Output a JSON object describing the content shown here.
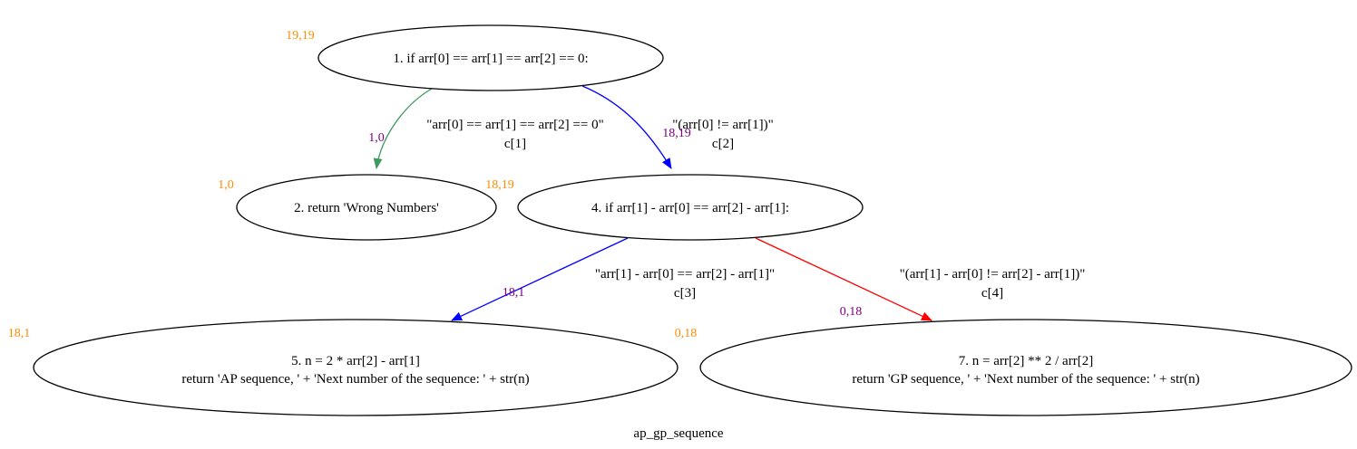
{
  "graph": {
    "title": "ap_gp_sequence",
    "colors": {
      "node_stroke": "#000000",
      "node_counter": "#ff8c00",
      "edge_counter": "#800080",
      "edge_green": "#3c9a5f",
      "edge_blue": "#0000ff",
      "edge_red": "#ff0000"
    },
    "nodes": [
      {
        "id": "n1",
        "lines": [
          "1. if arr[0] == arr[1] == arr[2] == 0:"
        ],
        "counter": "19,19"
      },
      {
        "id": "n2",
        "lines": [
          "2. return 'Wrong Numbers'"
        ],
        "counter": "1,0"
      },
      {
        "id": "n4",
        "lines": [
          "4. if arr[1] - arr[0] == arr[2] - arr[1]:"
        ],
        "counter": "18,19"
      },
      {
        "id": "n5",
        "lines": [
          "5. n = 2 * arr[2] - arr[1]",
          "return 'AP sequence, ' + 'Next number of the sequence: ' + str(n)"
        ],
        "counter": "18,1"
      },
      {
        "id": "n7",
        "lines": [
          "7. n = arr[2] ** 2 / arr[2]",
          "return 'GP sequence, ' + 'Next number of the sequence:  ' + str(n)"
        ],
        "counter": "0,18"
      }
    ],
    "edges": [
      {
        "id": "e1",
        "from": "n1",
        "to": "n2",
        "color": "green",
        "label": [
          "\"arr[0] == arr[1] == arr[2] == 0\"",
          "c[1]"
        ],
        "counter": "1,0"
      },
      {
        "id": "e2",
        "from": "n1",
        "to": "n4",
        "color": "blue",
        "label": [
          "\"(arr[0] != arr[1])\"",
          "c[2]"
        ],
        "counter": "18,19"
      },
      {
        "id": "e3",
        "from": "n4",
        "to": "n5",
        "color": "blue",
        "label": [
          "\"arr[1] - arr[0] == arr[2] - arr[1]\"",
          "c[3]"
        ],
        "counter": "18,1"
      },
      {
        "id": "e4",
        "from": "n4",
        "to": "n7",
        "color": "red",
        "label": [
          "\"(arr[1] - arr[0] != arr[2] - arr[1])\"",
          "c[4]"
        ],
        "counter": "0,18"
      }
    ]
  }
}
